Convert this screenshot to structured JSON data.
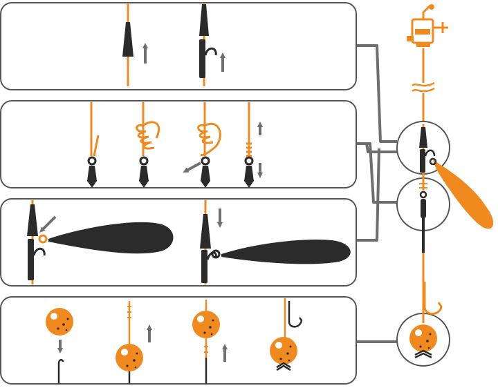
{
  "diagram": {
    "subject": "fishing-rig-assembly",
    "colors": {
      "line": "#F08A1F",
      "part": "#2B2B2B",
      "arrow": "#707070",
      "panel_border": "#555555",
      "connector": "#6E6E6E",
      "bait_spots": "#2B2B2B",
      "highlight": "#ffffff"
    },
    "panels": [
      {
        "id": "tail-rubber-fitting",
        "step_count": 2
      },
      {
        "id": "knot-tying",
        "step_count": 4
      },
      {
        "id": "lead-attachment",
        "step_count": 2
      },
      {
        "id": "boilie-hair-rig",
        "step_count": 4
      }
    ],
    "overview": {
      "items": [
        "reel-icon",
        "line-break-icon",
        "lead-clip-detail",
        "swivel-detail",
        "hook-icon",
        "boilie-detail"
      ]
    }
  }
}
